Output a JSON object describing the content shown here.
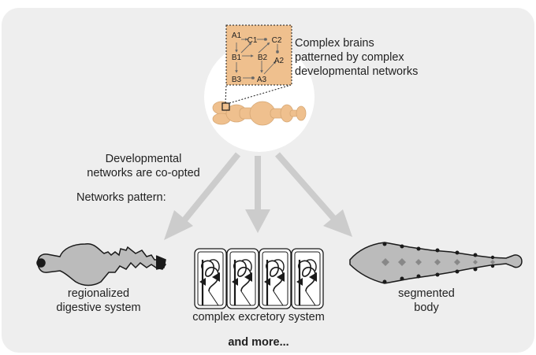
{
  "top_caption": {
    "line1": "Complex brains",
    "line2": "patterned by complex",
    "line3": "developmental networks"
  },
  "side_text": {
    "line1": "Developmental",
    "line2": "networks are co-opted",
    "line3": "Networks pattern:"
  },
  "network_nodes": [
    "A1",
    "C1",
    "C2",
    "B1",
    "B2",
    "A2",
    "B3",
    "A3"
  ],
  "outputs": {
    "left": {
      "line1": "regionalized",
      "line2": "digestive system"
    },
    "middle": {
      "line1": "complex excretory system"
    },
    "right": {
      "line1": "segmented",
      "line2": "body"
    }
  },
  "footer": "and more...",
  "colors": {
    "background_panel": "#eeeeee",
    "arrow": "#cccccc",
    "brain": "#efc08e",
    "network_box": "#efc08e",
    "outline": "#1a1a1a",
    "dot": "#888888"
  }
}
